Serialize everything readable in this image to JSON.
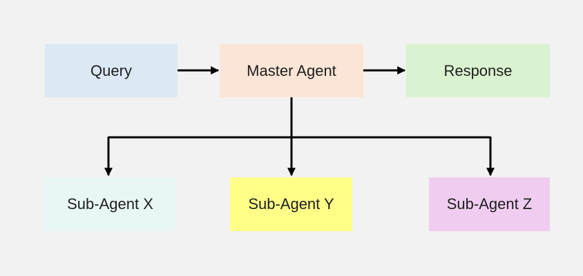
{
  "diagram": {
    "background": "#f2f2f2",
    "nodes": [
      {
        "id": "query",
        "label": "Query",
        "color": "#dce9f5"
      },
      {
        "id": "master",
        "label": "Master Agent",
        "color": "#fbe5d6"
      },
      {
        "id": "response",
        "label": "Response",
        "color": "#daf2d0"
      },
      {
        "id": "subx",
        "label": "Sub-Agent X",
        "color": "#e8f6f6"
      },
      {
        "id": "suby",
        "label": "Sub-Agent Y",
        "color": "#ffff88"
      },
      {
        "id": "subz",
        "label": "Sub-Agent Z",
        "color": "#f0cdf0"
      }
    ],
    "edges": [
      {
        "from": "query",
        "to": "master"
      },
      {
        "from": "master",
        "to": "response"
      },
      {
        "from": "master",
        "to": "subx"
      },
      {
        "from": "master",
        "to": "suby"
      },
      {
        "from": "master",
        "to": "subz"
      }
    ],
    "edge_color": "#000000"
  }
}
